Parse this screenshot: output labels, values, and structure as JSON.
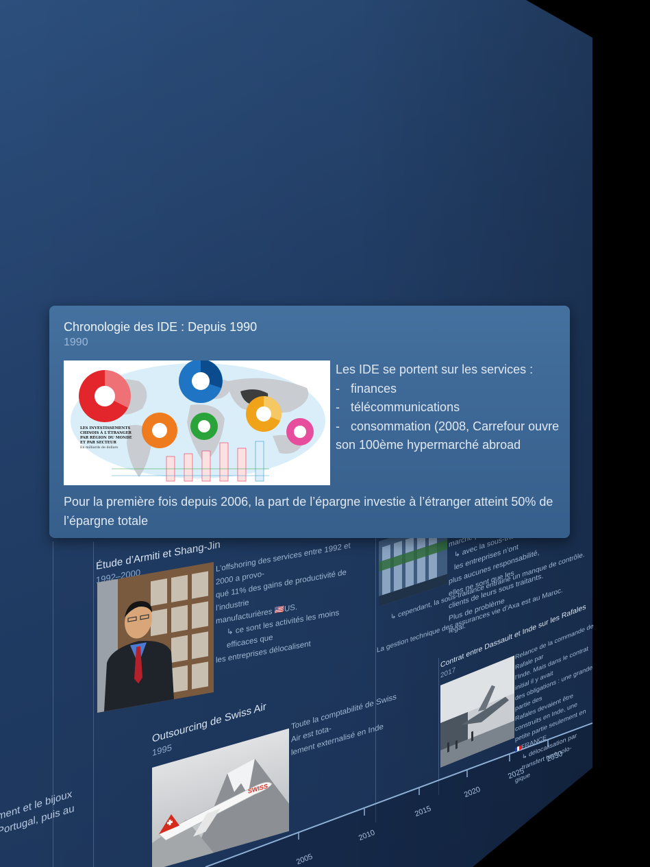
{
  "focus_card": {
    "title": "Chronologie des IDE : Depuis 1990",
    "date": "1990",
    "image": {
      "caption_line1": "LES INVESTISSEMENTS",
      "caption_line2": "CHINOIS À L'ÉTRANGER",
      "caption_line3": "PAR RÉGION DU MONDE",
      "caption_line4": "ET PAR SECTEUR",
      "caption_line5": "En milliards de dollars"
    },
    "side_intro": "Les IDE se portent sur les services :",
    "side_items": [
      "finances",
      "télécommunications",
      "consommation (2008, Carrefour ouvre son 100ème hypermarché abroad"
    ],
    "footer": "Pour la première fois depuis 2006, la part de l’épargne investie à l’étranger atteint 50% de l’épargne totale"
  },
  "timeline_cards": [
    {
      "title": "Étude d’Armiti et Shang-Jin",
      "date": "1992–2000",
      "text_1": "L’offshoring des services entre 1992 et 2000 a provo-",
      "text_2": "qué 11% des gains de productivité de l’industrie",
      "text_3": "manufacturières",
      "text_flag": "🇺🇸",
      "text_3b": "US.",
      "text_4": "↳ ce sont les activités les moins efficaces que",
      "text_5": "les entreprises délocalisent"
    },
    {
      "title": "Outsourcing de Swiss Air",
      "date": "1995",
      "text_1": "Toute la comptabilité de Swiss Air est tota-",
      "text_2": "lement externalisé en Inde",
      "plane_livery": "SWISS"
    },
    {
      "title": "Contrat entre Dassault et Inde sur les Rafales",
      "date": "2017",
      "text_1": "Relance de la commande de Rafale par",
      "text_2": "l’Inde. Mais dans le contrat initial il y avait",
      "text_3": "des obligations : une grande partie des",
      "text_4": "Rafales devaient être construits en Inde, une",
      "text_5": "petite partie seulement en",
      "text_5b": "FRANCE",
      "text_6": "↳ délocalisation par transfert technolo-",
      "text_7": "gique"
    },
    {
      "text_1": "marché p",
      "text_2": "↳ avec la sous-traitance, les entreprises n’ont",
      "text_3": "plus aucunes responsabilité, elles ne sont que les",
      "text_4": "clients de leurs sous traitants. Plus de problème",
      "text_5": "légal.",
      "text_6": "↳ cependant, la sous-traitance entraine un manque de contrôle.",
      "text_7": "La gestion technique des assurances vie d’Axa est au Maroc."
    }
  ],
  "left_partial": {
    "line_1": "ment et le bijoux",
    "line_2": "Portugal, puis au"
  },
  "axis_ticks": [
    "2005",
    "2010",
    "2015",
    "2020",
    "2025",
    "2030"
  ],
  "colors": {
    "wall_top": "#2c4f7c",
    "wall_bottom": "#1c345a",
    "card_bg": "#3e6896",
    "text_primary": "#e9f0f8",
    "text_muted": "#9fb8d6"
  }
}
